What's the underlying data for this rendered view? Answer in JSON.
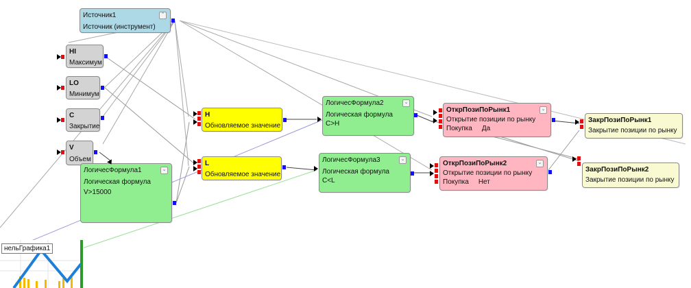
{
  "colors": {
    "source": "#add8e6",
    "input": "#d3d3d3",
    "indicator": "#ffff00",
    "formula": "#90ee90",
    "open_position": "#ffb6c1",
    "close_position": "#fafad2",
    "out_port": "#1010ff",
    "in_port": "#e01010"
  },
  "icons": {
    "collapse": "chevron-double-down-icon",
    "port_arrow": "triangle-right-icon"
  },
  "nodes": {
    "source": {
      "title": "Источник1",
      "subtitle": "Источник (инструмент)"
    },
    "hi": {
      "title": "HI",
      "subtitle": "Максимум"
    },
    "lo": {
      "title": "LO",
      "subtitle": "Минимум"
    },
    "c": {
      "title": "C",
      "subtitle": "Закрытие"
    },
    "v": {
      "title": "V",
      "subtitle": "Объем"
    },
    "formula1": {
      "title": "ЛогичесФормула1",
      "subtitle": "Логическая формула",
      "expr": "V>15000"
    },
    "h": {
      "title": "H",
      "subtitle": "Обновляемое значение"
    },
    "l": {
      "title": "L",
      "subtitle": "Обновляемое значение"
    },
    "formula2": {
      "title": "ЛогичесФормула2",
      "subtitle": "Логическая формула",
      "expr": "C>H"
    },
    "formula3": {
      "title": "ЛогичесФормула3",
      "subtitle": "Логическая формула",
      "expr": "C<L"
    },
    "open1": {
      "title": "ОткрПозиПоРынк1",
      "subtitle": "Открытие позиции по рынку",
      "side_label": "Покупка",
      "side_value": "Да"
    },
    "open2": {
      "title": "ОткрПозиПоРынк2",
      "subtitle": "Открытие позиции по рынку",
      "side_label": "Покупка",
      "side_value": "Нет"
    },
    "close1": {
      "title": "ЗакрПозиПоРынк1",
      "subtitle": "Закрытие позиции по рынку"
    },
    "close2": {
      "title": "ЗакрПозиПоРынк2",
      "subtitle": "Закрытие позиции по рынку"
    }
  },
  "chart_panel": {
    "title": "нельГрафика1"
  }
}
